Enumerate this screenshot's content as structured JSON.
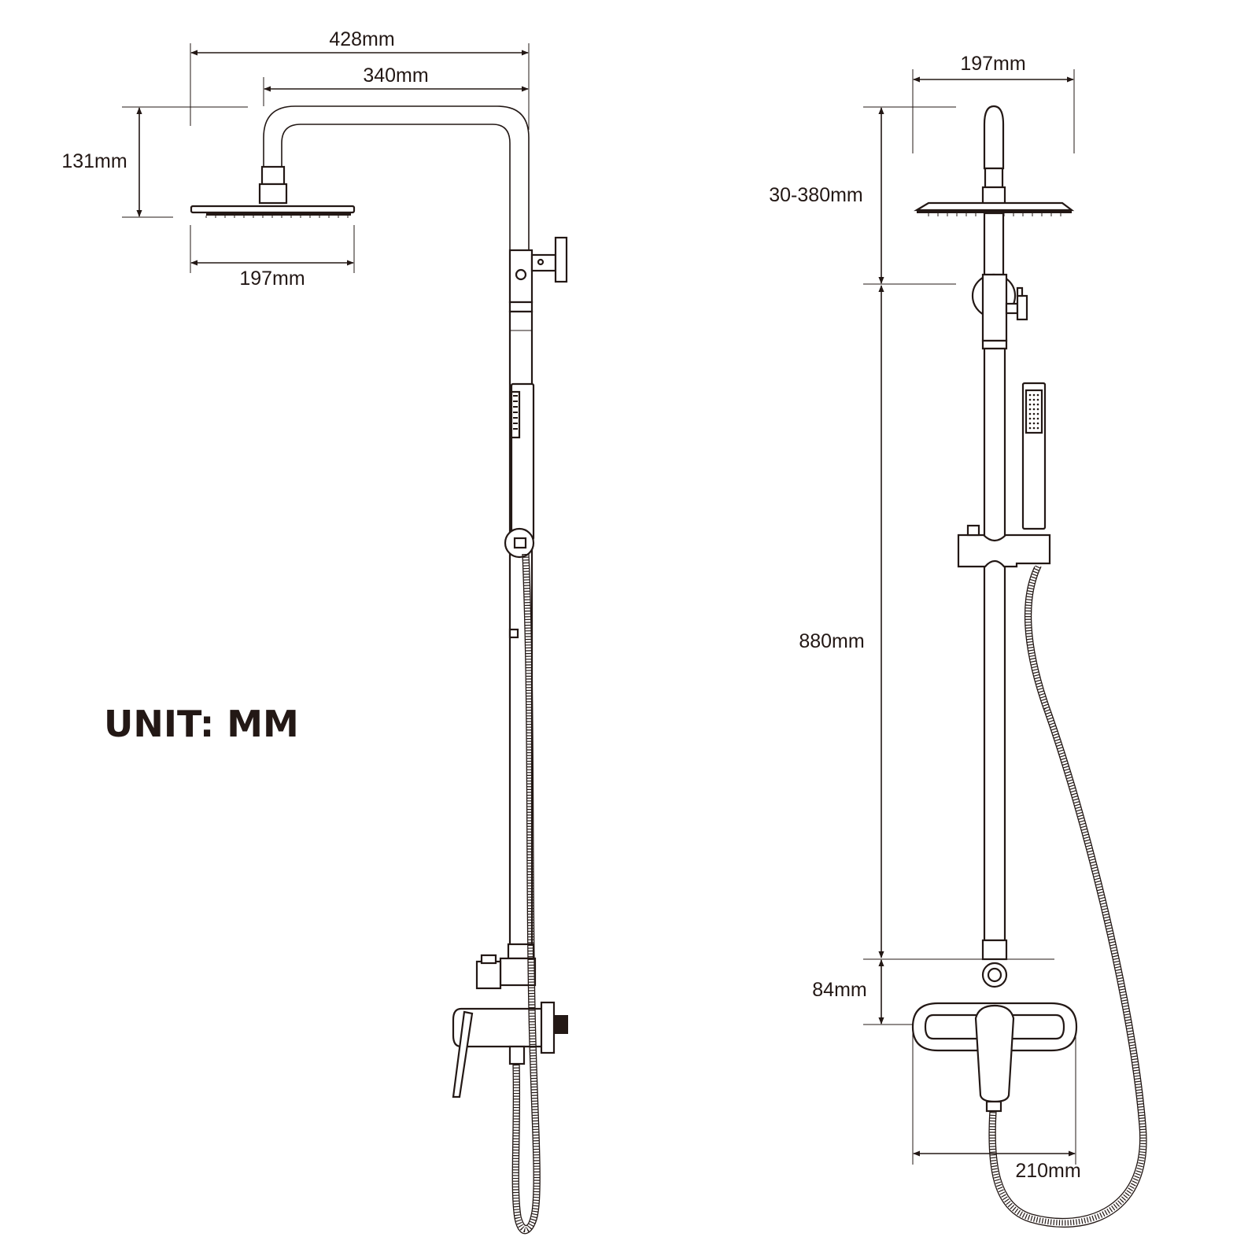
{
  "unit_label": "UNIT: MM",
  "front_view": {
    "dim_total_width": "428mm",
    "dim_arm_length": "340mm",
    "dim_head_height": "131mm",
    "dim_head_width": "197mm"
  },
  "side_view": {
    "dim_head_width": "197mm",
    "dim_adjust_range": "30-380mm",
    "dim_rail_height": "880mm",
    "dim_mixer_height": "84mm",
    "dim_mixer_width": "210mm"
  },
  "colors": {
    "line": "#231815",
    "background": "#ffffff"
  }
}
